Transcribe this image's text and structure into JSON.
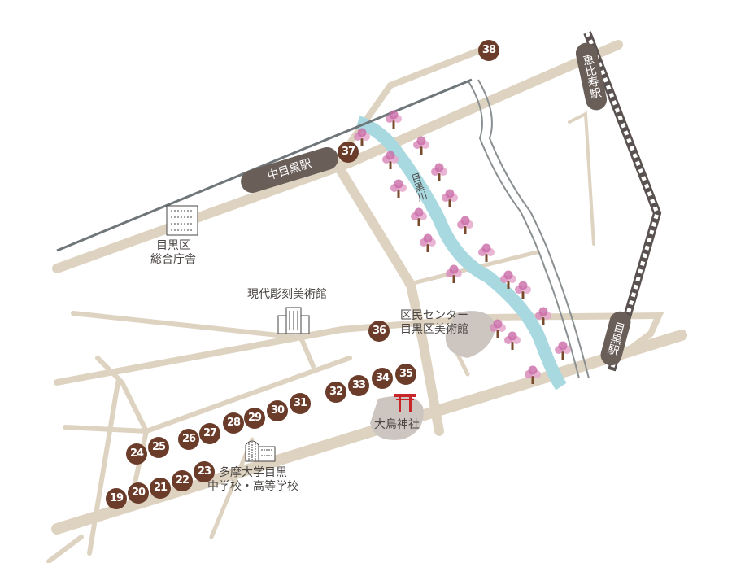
{
  "stations": {
    "nakameguro": "中目黒駅",
    "ebisu": "恵比寿駅",
    "meguro": "目黒駅"
  },
  "river": "目黒川",
  "landmarks": {
    "ward_office": "目黒区\n総合庁舎",
    "sculpture_museum": "現代彫刻美術館",
    "civic_center": "区民センター\n目黒区美術館",
    "shrine": "大鳥神社",
    "school": "多摩大学目黒\n中学校・高等学校"
  },
  "markers": [
    "19",
    "20",
    "21",
    "22",
    "23",
    "24",
    "25",
    "26",
    "27",
    "28",
    "29",
    "30",
    "31",
    "32",
    "33",
    "34",
    "35",
    "36",
    "37",
    "38"
  ],
  "colors": {
    "road": "#ddd3c0",
    "marker": "#6b3c2a",
    "river": "#a9d9e0",
    "rail": "#6f7679",
    "torii": "#c8262b",
    "blossom": "#d98cbb",
    "trunk": "#7a4a2c"
  }
}
